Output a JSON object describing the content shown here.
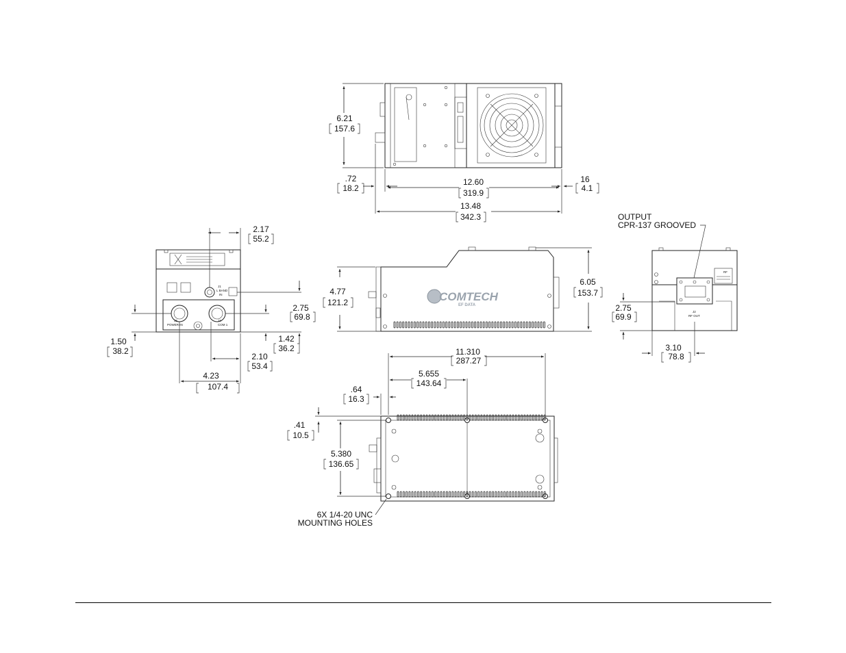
{
  "dimensions": {
    "top_height": {
      "in": "6.21",
      "mm": "157.6"
    },
    "top_left_offset": {
      "in": ".72",
      "mm": "18.2"
    },
    "top_body_length": {
      "in": "12.60",
      "mm": "319.9"
    },
    "top_right_offset": {
      "in": "16",
      "mm": "4.1"
    },
    "top_overall_length": {
      "in": "13.48",
      "mm": "342.3"
    },
    "front_top_offset": {
      "in": "2.17",
      "mm": "55.2"
    },
    "front_right_height": {
      "in": "2.75",
      "mm": "69.8"
    },
    "front_left_height": {
      "in": "1.50",
      "mm": "38.2"
    },
    "front_right_small": {
      "in": "1.42",
      "mm": "36.2"
    },
    "front_mid_width": {
      "in": "2.10",
      "mm": "53.4"
    },
    "front_width": {
      "in": "4.23",
      "mm": "107.4"
    },
    "side_left_height": {
      "in": "4.77",
      "mm": "121.2"
    },
    "side_right_height": {
      "in": "6.05",
      "mm": "153.7"
    },
    "rear_height": {
      "in": "2.75",
      "mm": "69.9"
    },
    "rear_width": {
      "in": "3.10",
      "mm": "78.8"
    },
    "bottom_length": {
      "in": "11.310",
      "mm": "287.27"
    },
    "bottom_half_length": {
      "in": "5.655",
      "mm": "143.64"
    },
    "bottom_offset": {
      "in": ".64",
      "mm": "16.3"
    },
    "bottom_edge_offset": {
      "in": ".41",
      "mm": "10.5"
    },
    "bottom_width": {
      "in": "5.380",
      "mm": "136.65"
    }
  },
  "callouts": {
    "output_line1": "OUTPUT",
    "output_line2": "CPR-137 GROOVED",
    "holes_line1": "6X 1/4-20 UNC",
    "holes_line2": "MOUNTING HOLES"
  },
  "panel_labels": {
    "j1": "J1",
    "l_band": "L BAND",
    "in": "IN",
    "j3": "J3",
    "power_in": "POWER IN",
    "j4": "J4",
    "com1": "COM 1",
    "j2": "J2",
    "rf_out": "RF OUT",
    "rf_warning": "RF"
  },
  "branding": {
    "logo": "COMTECH",
    "logo_sub": "EF DATA"
  }
}
